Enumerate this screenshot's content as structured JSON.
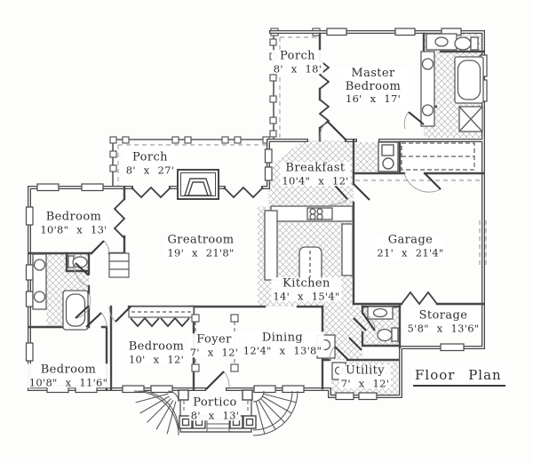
{
  "title": "Floor Plan",
  "rooms": {
    "porch_upper": {
      "name": "Porch",
      "dims": "8' x 18'"
    },
    "master_bedroom": {
      "name": "Master Bedroom",
      "dims": "16' x 17'"
    },
    "porch_rear": {
      "name": "Porch",
      "dims": "8' x 27'"
    },
    "breakfast": {
      "name": "Breakfast",
      "dims": "10'4\" x 12'"
    },
    "bedroom_left": {
      "name": "Bedroom",
      "dims": "10'8\" x 13'"
    },
    "greatroom": {
      "name": "Greatroom",
      "dims": "19' x 21'8\""
    },
    "garage": {
      "name": "Garage",
      "dims": "21' x 21'4\""
    },
    "kitchen": {
      "name": "Kitchen",
      "dims": "14' x 15'4\""
    },
    "storage": {
      "name": "Storage",
      "dims": "5'8\" x 13'6\""
    },
    "bedroom_middle": {
      "name": "Bedroom",
      "dims": "10' x 12'"
    },
    "foyer": {
      "name": "Foyer",
      "dims": "7' x 12'"
    },
    "dining": {
      "name": "Dining",
      "dims": "12'4\" x 13'8\""
    },
    "bedroom_lower": {
      "name": "Bedroom",
      "dims": "10'8\" x 11'6\""
    },
    "utility": {
      "name": "Utility",
      "dims": "7' x 12'"
    },
    "portico": {
      "name": "Portico",
      "dims": "8' x 13'"
    }
  },
  "colors": {
    "ink": "#474747",
    "hatch": "#a8a8a8",
    "paper": "#fdfdfc"
  }
}
